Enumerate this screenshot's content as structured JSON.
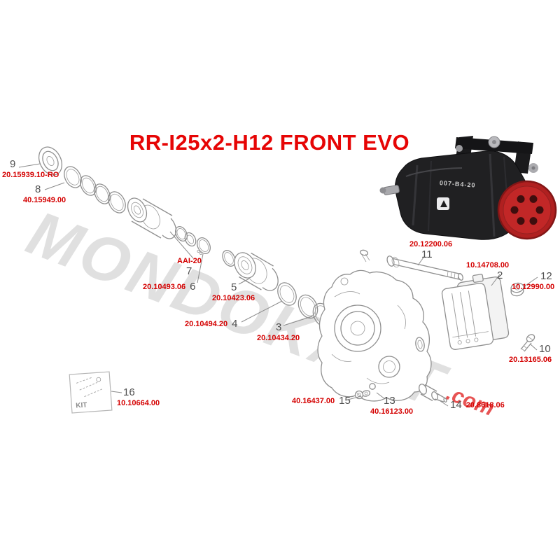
{
  "title": "RR-I25x2-H12 FRONT EVO",
  "watermark": {
    "text": "MONDOKART",
    "suffix": ".com"
  },
  "photo": {
    "model_label": "007-B4-20"
  },
  "kit_box": {
    "label": "KIT"
  },
  "parts": [
    {
      "num": "9",
      "code": "20.15939.10-RO"
    },
    {
      "num": "8",
      "code": "40.15949.00"
    },
    {
      "num": "7",
      "code": "AAI-20"
    },
    {
      "num": "6",
      "code": "20.10493.06"
    },
    {
      "num": "5",
      "code": "20.10423.06"
    },
    {
      "num": "4",
      "code": "20.10494.20"
    },
    {
      "num": "3",
      "code": "20.10434.20"
    },
    {
      "num": "11",
      "code": "20.12200.06"
    },
    {
      "num": "2",
      "code": "10.14708.00"
    },
    {
      "num": "12",
      "code": "10.12990.00"
    },
    {
      "num": "10",
      "code": "20.13165.06"
    },
    {
      "num": "15",
      "code": "40.16437.00"
    },
    {
      "num": "13",
      "code": "40.16123.00"
    },
    {
      "num": "14",
      "code": "20.8618.06"
    },
    {
      "num": "16",
      "code": "10.10664.00"
    }
  ],
  "colors": {
    "accent_red": "#d40000",
    "title_red": "#e60505",
    "disc_red": "#c22727"
  }
}
